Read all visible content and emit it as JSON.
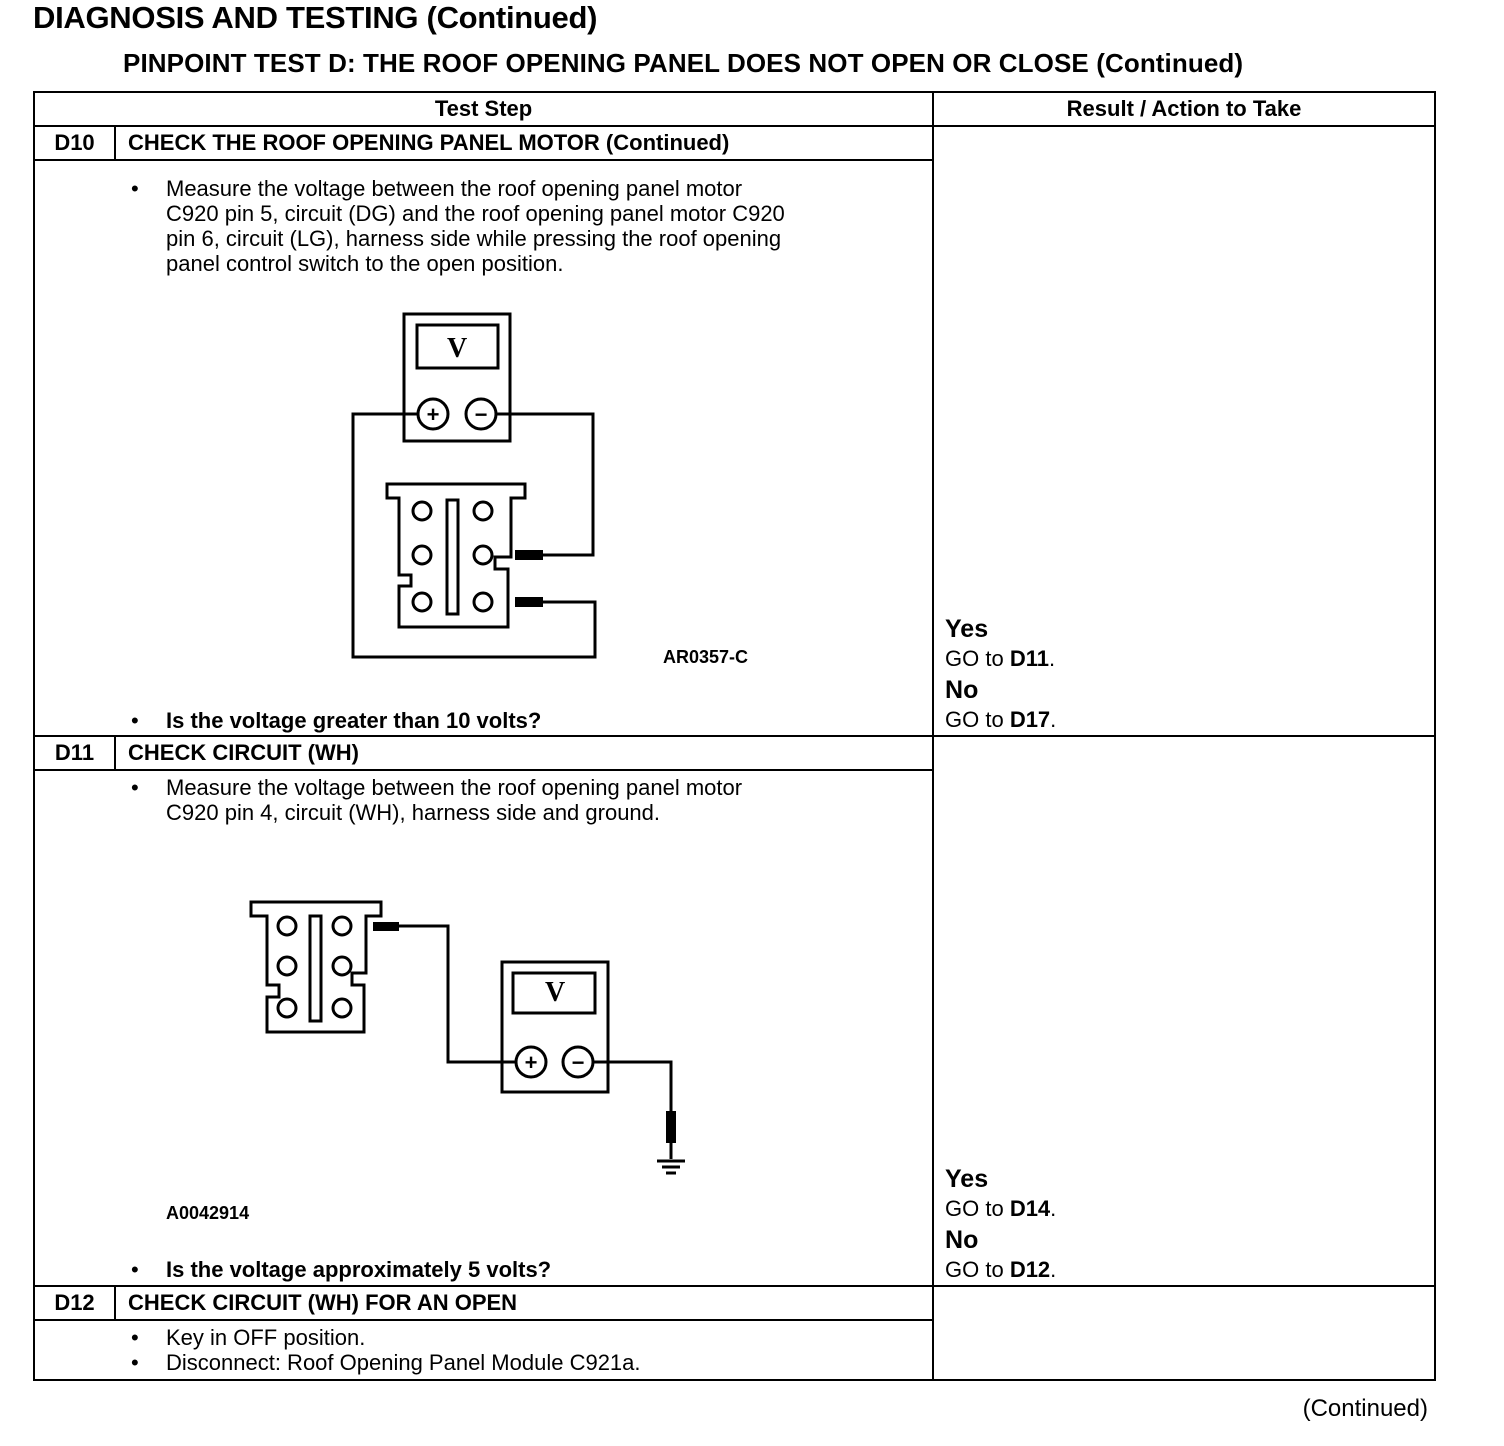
{
  "header": {
    "title": "DIAGNOSIS AND TESTING (Continued)",
    "subtitle": "PINPOINT TEST  D: THE ROOF OPENING PANEL DOES NOT OPEN OR CLOSE (Continued)"
  },
  "table": {
    "col_test_step": "Test Step",
    "col_result": "Result / Action to Take"
  },
  "steps": [
    {
      "id": "D10",
      "title": "CHECK THE ROOF OPENING PANEL MOTOR (Continued)",
      "instruction_lines": [
        "Measure the voltage between the roof opening panel motor",
        "C920 pin 5, circuit (DG) and the roof opening panel motor C920",
        "pin 6, circuit (LG), harness side while pressing the roof opening",
        "panel control switch to the open position."
      ],
      "meter_label": "V",
      "figure_id": "AR0357-C",
      "question": "Is the voltage greater than 10 volts?",
      "yes_label": "Yes",
      "yes_action": "GO to ",
      "yes_target": "D11",
      "no_label": "No",
      "no_action": "GO to ",
      "no_target": "D17"
    },
    {
      "id": "D11",
      "title": "CHECK CIRCUIT (WH)",
      "instruction_lines": [
        "Measure the voltage between the roof opening panel motor",
        "C920 pin 4, circuit (WH), harness side and ground."
      ],
      "meter_label": "V",
      "figure_id": "A0042914",
      "question": "Is the voltage approximately 5 volts?",
      "yes_label": "Yes",
      "yes_action": "GO to ",
      "yes_target": "D14",
      "no_label": "No",
      "no_action": "GO to ",
      "no_target": "D12"
    },
    {
      "id": "D12",
      "title": "CHECK CIRCUIT (WH) FOR AN OPEN",
      "bullets": [
        "Key in OFF position.",
        "Disconnect: Roof Opening Panel Module C921a."
      ]
    }
  ],
  "bullet_glyph": "•",
  "plus_sign": "+",
  "minus_sign": "−",
  "period": ".",
  "footer": {
    "continued": "(Continued)"
  }
}
